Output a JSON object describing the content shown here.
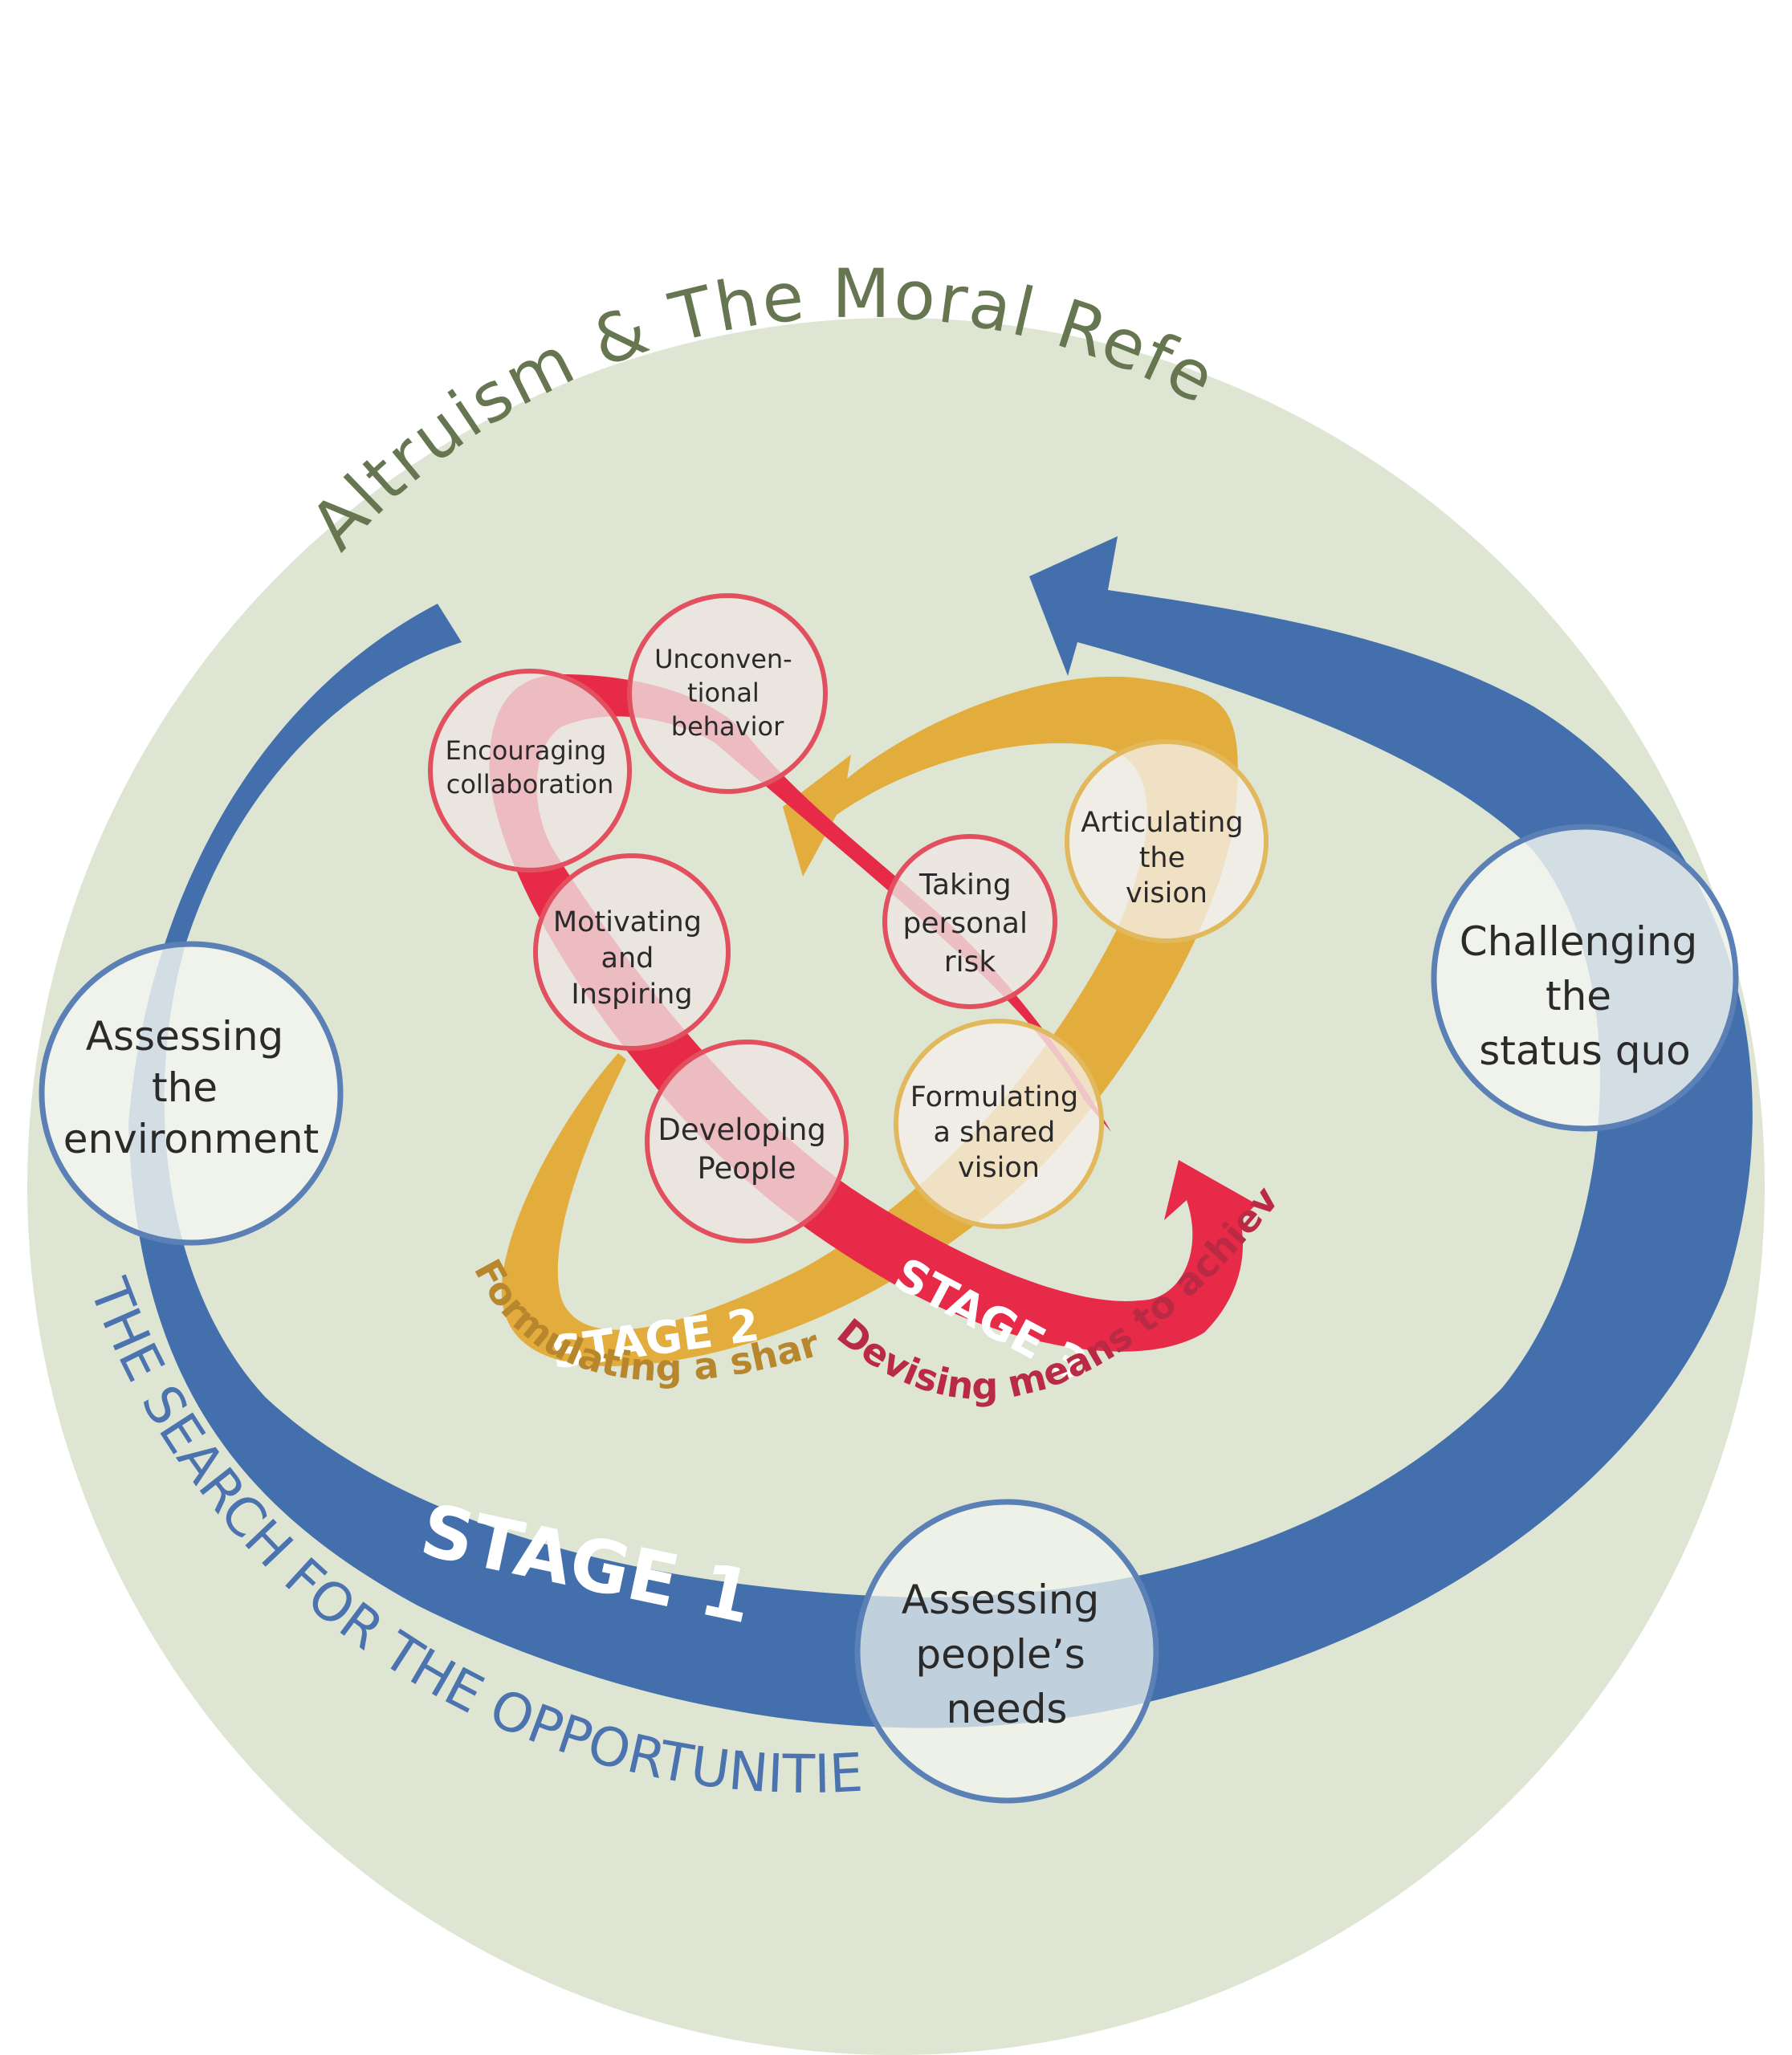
{
  "colors": {
    "background_disc": "#dee5d2",
    "stage1": "#4370ad",
    "stage2": "#e2ad3d",
    "stage3": "#e72a48",
    "moral_text": "#657650",
    "stage2_caption": "#b8862d",
    "stage3_caption": "#bb2a44",
    "node_fill": "#eceee9"
  },
  "title_arc": "Altruism & The Moral Reference",
  "stage1": {
    "label": "STAGE 1",
    "caption": "THE SEARCH FOR THE OPPORTUNITIES",
    "nodes": [
      {
        "lines": [
          "Assessing",
          "the",
          "environment"
        ]
      },
      {
        "lines": [
          "Challenging",
          "the",
          "status quo"
        ]
      },
      {
        "lines": [
          "Assessing",
          "people’s",
          "needs"
        ]
      }
    ]
  },
  "stage2": {
    "label": "STAGE 2",
    "caption": "Formulating a shared vision",
    "nodes": [
      {
        "lines": [
          "Articulating",
          "the",
          "vision"
        ]
      },
      {
        "lines": [
          "Formulating",
          "a shared",
          "vision"
        ]
      }
    ]
  },
  "stage3": {
    "label": "STAGE 3",
    "caption": "Devising means to achieve the vision",
    "nodes": [
      {
        "lines": [
          "Unconven-",
          "tional",
          "behavior"
        ]
      },
      {
        "lines": [
          "Encouraging",
          "collaboration"
        ]
      },
      {
        "lines": [
          "Motivating",
          "and",
          "Inspiring"
        ]
      },
      {
        "lines": [
          "Developing",
          "People"
        ]
      },
      {
        "lines": [
          "Taking",
          "personal",
          "risk"
        ]
      }
    ]
  }
}
